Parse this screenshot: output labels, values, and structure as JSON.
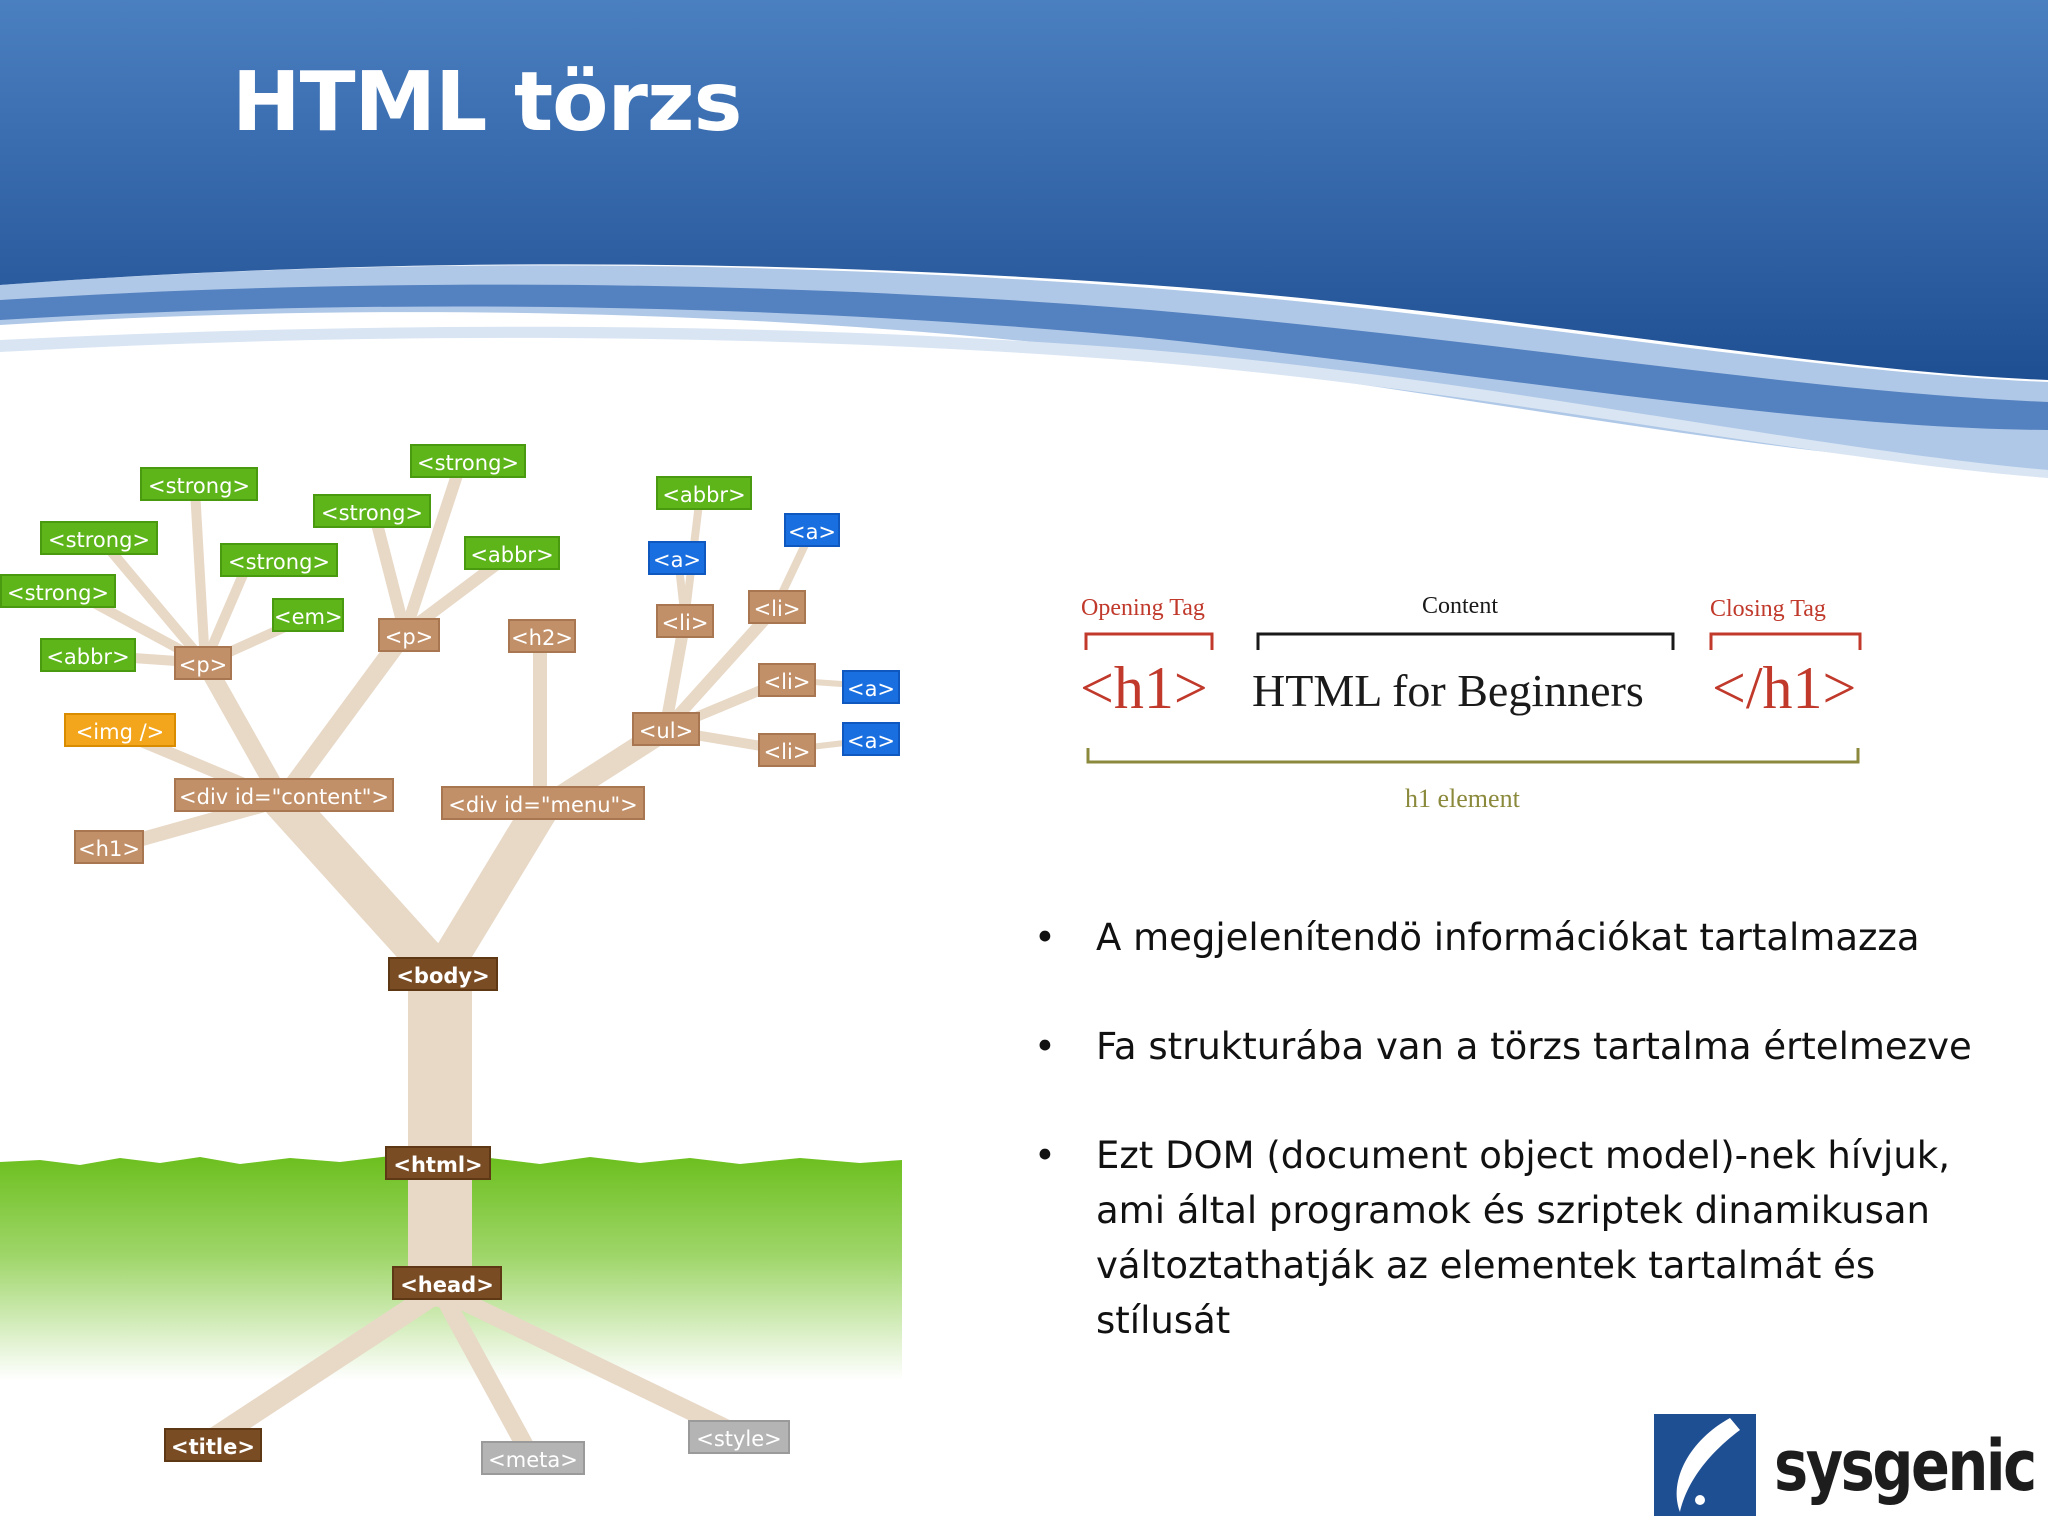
{
  "slide": {
    "title": "HTML törzs"
  },
  "tree": {
    "tags": {
      "strong1": "<strong>",
      "strong2": "<strong>",
      "strong3": "<strong>",
      "strong4": "<strong>",
      "strong5": "<strong>",
      "strong6": "<strong>",
      "abbr1": "<abbr>",
      "abbr2": "<abbr>",
      "abbr3": "<abbr>",
      "em": "<em>",
      "p1": "<p>",
      "p2": "<p>",
      "h2": "<h2>",
      "a1": "<a>",
      "a2": "<a>",
      "a3": "<a>",
      "a4": "<a>",
      "li1": "<li>",
      "li2": "<li>",
      "li3": "<li>",
      "li4": "<li>",
      "ul": "<ul>",
      "img": "<img />",
      "div_content": "<div id=\"content\">",
      "div_menu": "<div id=\"menu\">",
      "h1": "<h1>",
      "body": "<body>",
      "html": "<html>",
      "head": "<head>",
      "title": "<title>",
      "meta": "<meta>",
      "style": "<style>"
    },
    "colors": {
      "inline": "#5db51a",
      "link": "#1a6fe0",
      "block": "#c29068",
      "image": "#f3a51b",
      "root": "#7a4c24",
      "head_children": "#b4b4b4",
      "grass": "#6cbf1e",
      "branch": "#e8d8c6"
    }
  },
  "element_diagram": {
    "opening_label": "Opening Tag",
    "content_label": "Content",
    "closing_label": "Closing Tag",
    "opening_tag": "<h1>",
    "content": "HTML for Beginners",
    "closing_tag": "</h1>",
    "element_label": "h1 element",
    "colors": {
      "tag": "#c0392b",
      "element": "#8b8a3c"
    }
  },
  "bullets": [
    "A megjelenítendö információkat tartalmazza",
    "Fa strukturába van a törzs tartalma értelmezve",
    "Ezt DOM (document object model)-nek hívjuk, ami által programok és szriptek dinamikusan változtathatják az elementek tartalmát és stílusát"
  ],
  "bullet_glyph": "•",
  "logo": {
    "text": "sysgenic"
  },
  "theme": {
    "header_blue": "#2f5f9e",
    "header_light": "#4f86c6"
  }
}
